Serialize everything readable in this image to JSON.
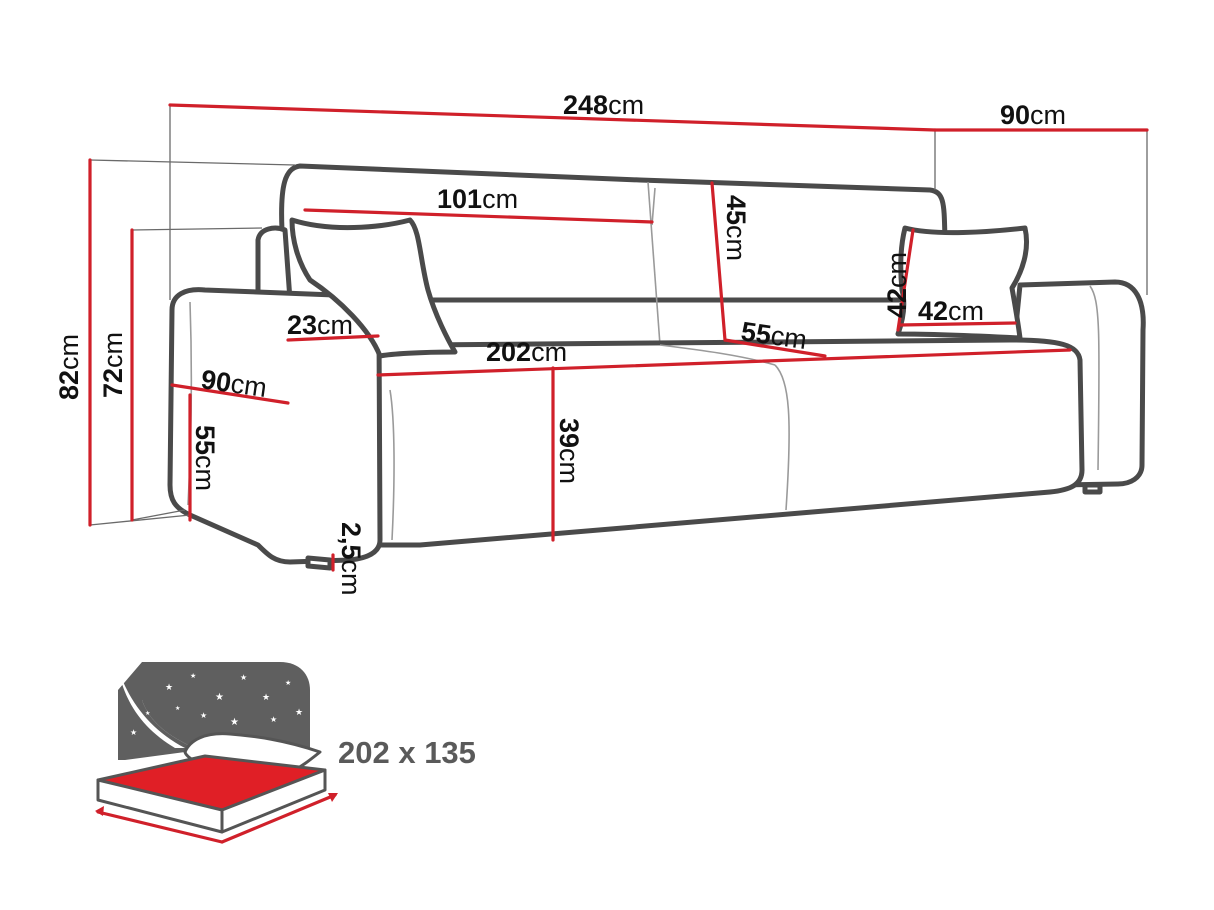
{
  "unit": "cm",
  "dimensions": {
    "total_width": "248",
    "depth": "90",
    "back_cushion_width": "101",
    "back_height": "45",
    "total_height": "82",
    "armrest_height": "72",
    "armrest_width": "23",
    "seat_width": "202",
    "seat_depth": "55",
    "pillow_height": "42",
    "pillow_width": "42",
    "arm_depth": "90",
    "seat_height": "55",
    "seat_front_height": "39",
    "leg_height": "2,5"
  },
  "sleeping_area": {
    "label": "202 x 135",
    "surface_color": "#e01f26",
    "panel_color": "#5f5f5f"
  },
  "colors": {
    "measure_line": "#d0202a",
    "outline": "#4a4a4a"
  }
}
